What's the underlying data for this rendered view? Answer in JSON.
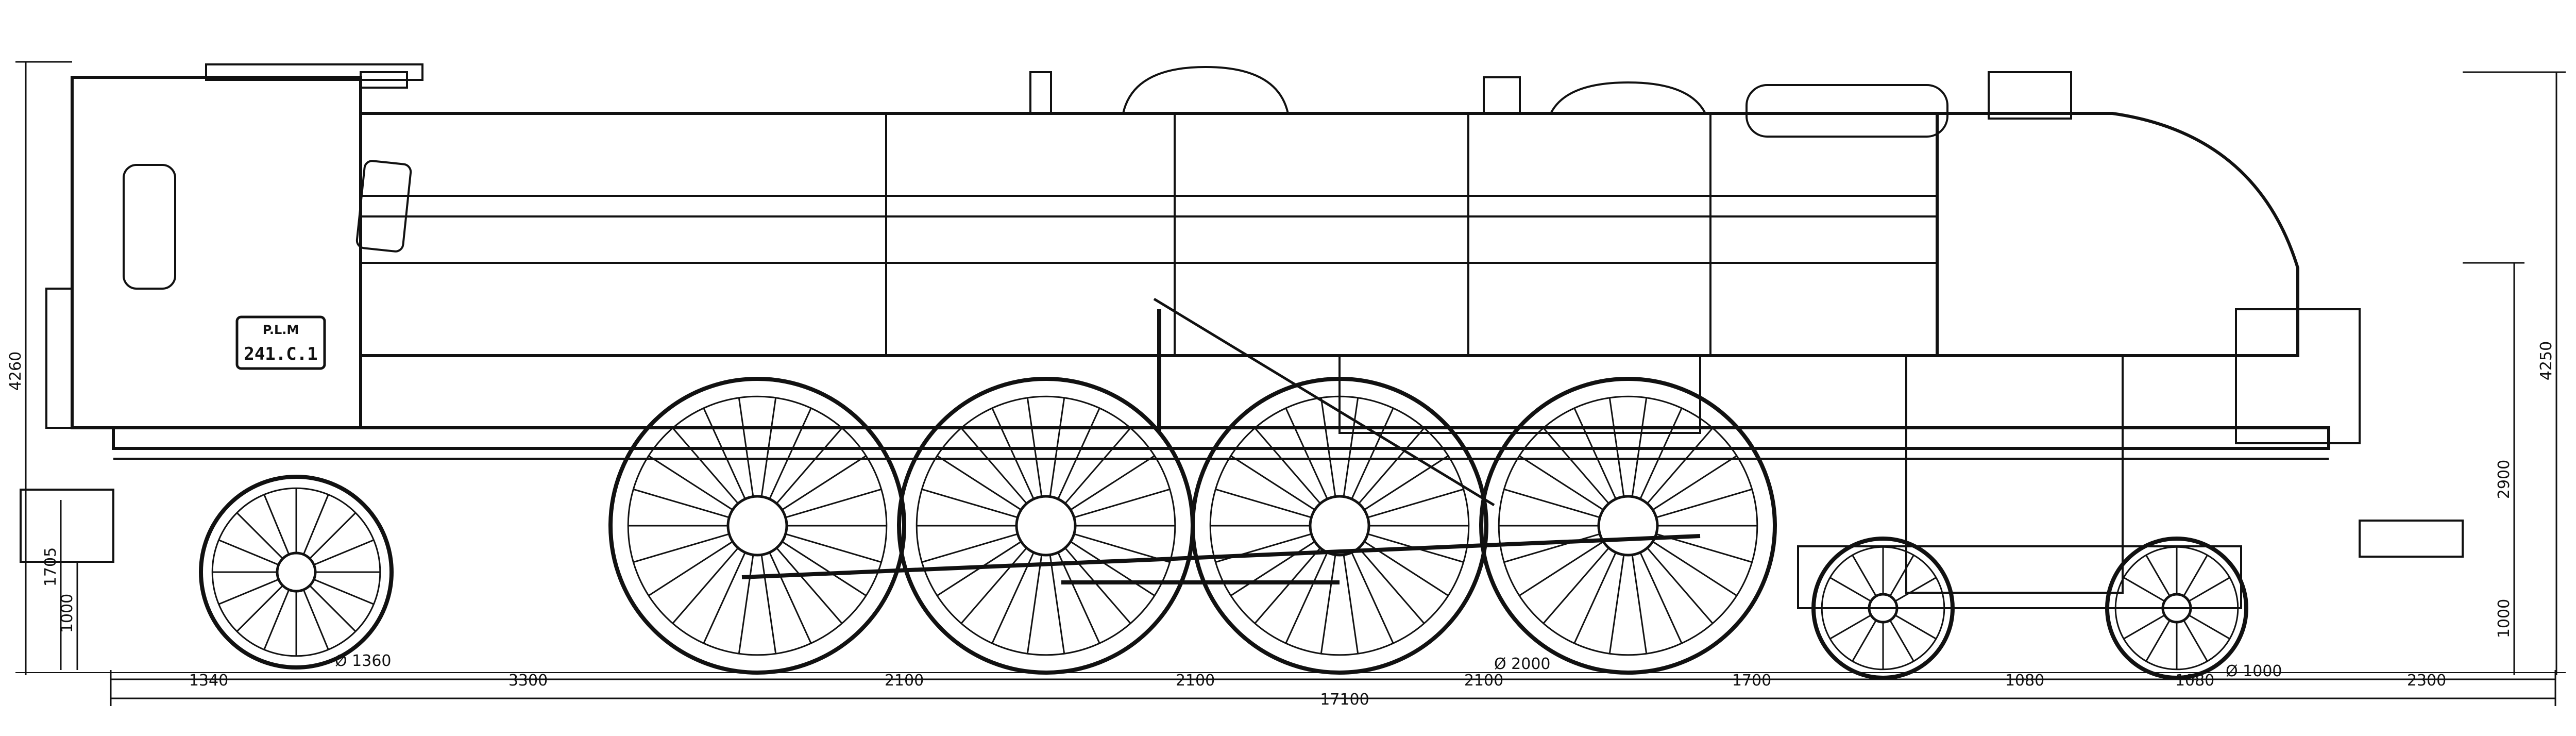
{
  "plate": {
    "company": "P.L.M",
    "number": "241.C.1"
  },
  "dimensions": {
    "overall_height_rear": "4260",
    "overall_height_front": "4250",
    "axle_height_rear": "1705",
    "buffer_height_rear": "1000",
    "boiler_axis_front": "2900",
    "buffer_height_front": "1000",
    "wheel_diameter_trailing": "Ø 1360",
    "wheel_diameter_driving": "Ø 2000",
    "wheel_diameter_bogie": "Ø 1000",
    "spacing": [
      "1340",
      "3300",
      "2100",
      "2100",
      "2100",
      "1700",
      "1080",
      "1080",
      "2300"
    ],
    "overall_length": "17100"
  },
  "colors": {
    "ink": "#111111",
    "paper": "#ffffff"
  }
}
